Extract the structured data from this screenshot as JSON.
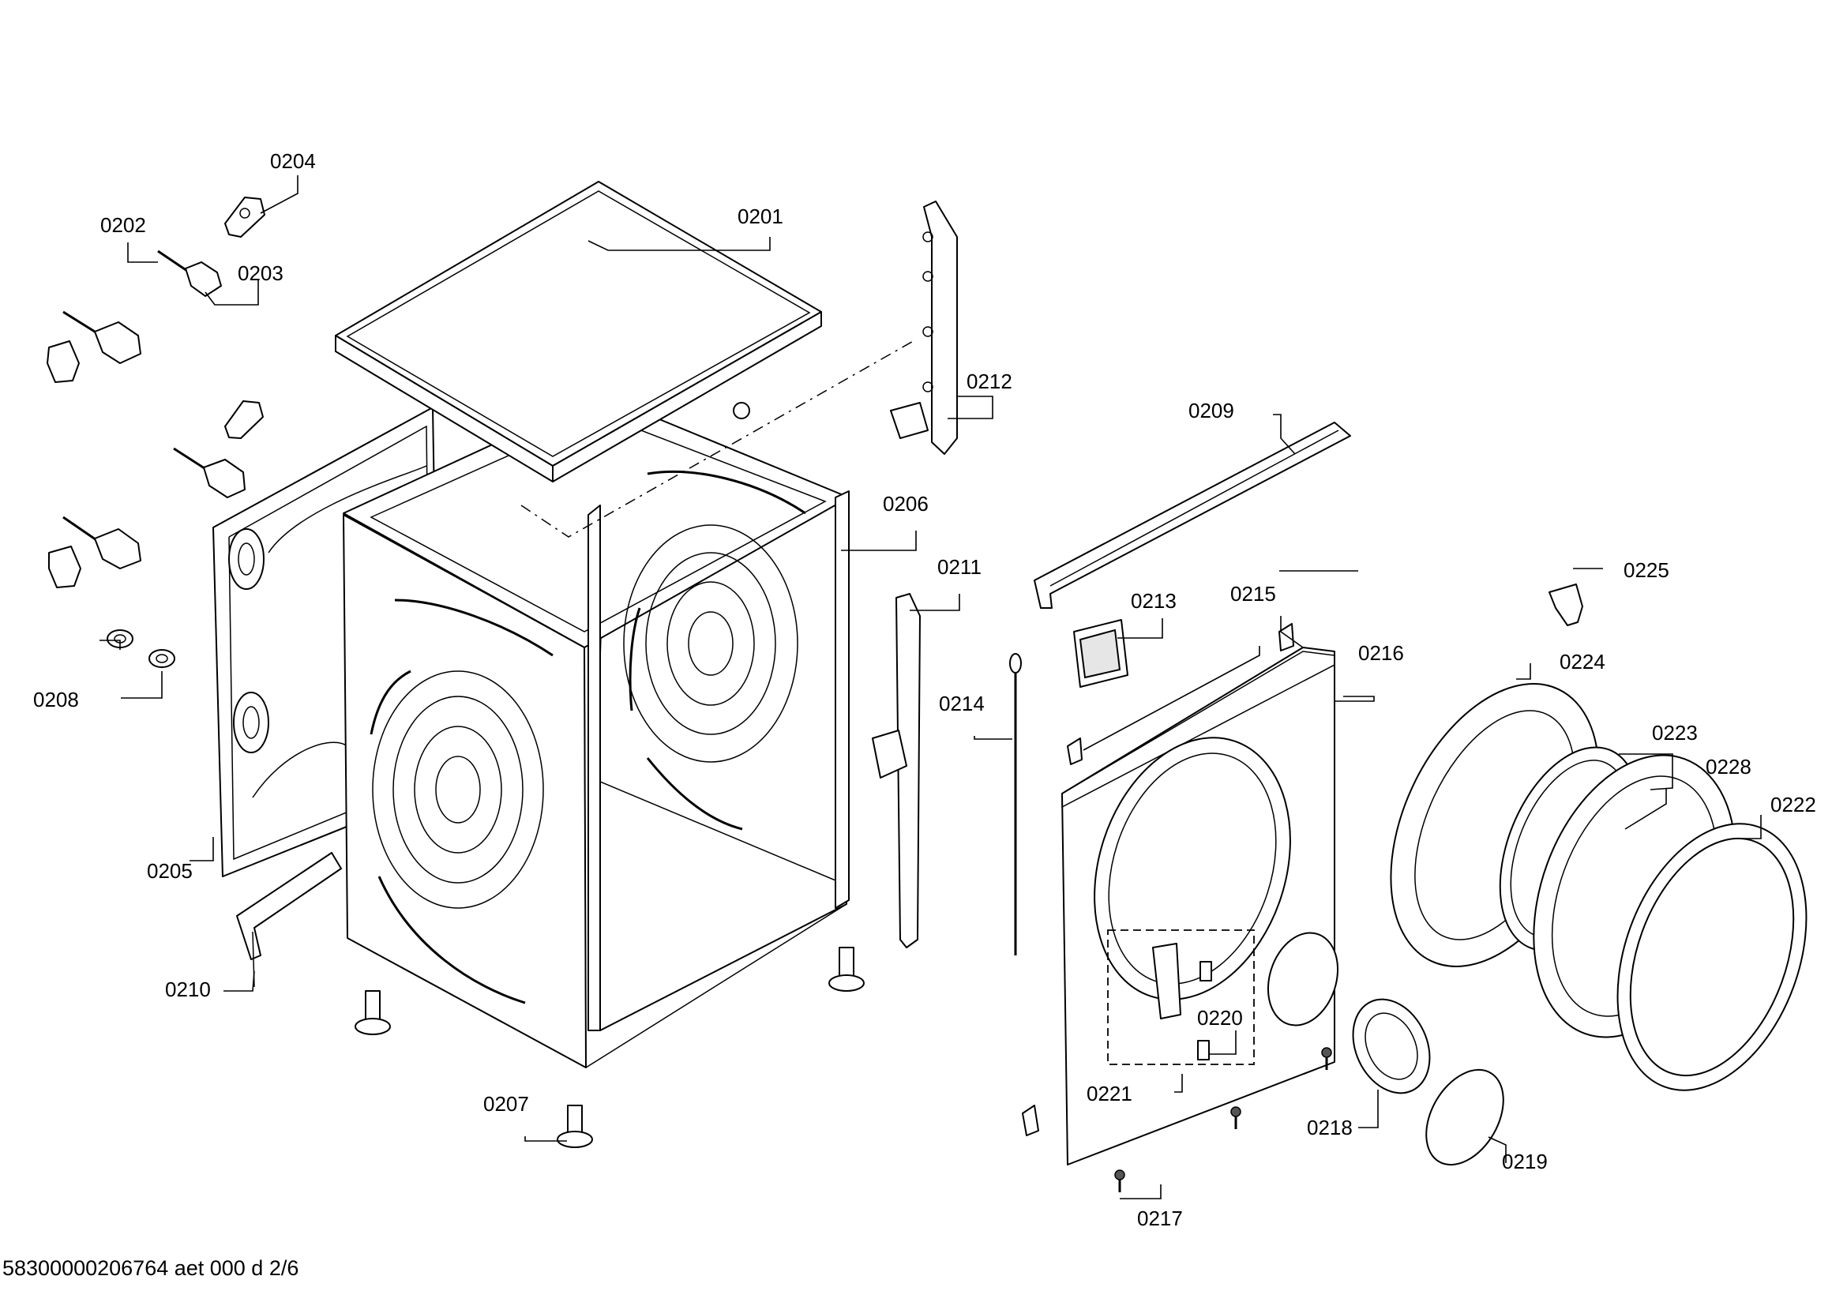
{
  "diagram": {
    "labels": {
      "p0201": "0201",
      "p0202": "0202",
      "p0203": "0203",
      "p0204": "0204",
      "p0205": "0205",
      "p0206": "0206",
      "p0207": "0207",
      "p0208": "0208",
      "p0209": "0209",
      "p0210": "0210",
      "p0211": "0211",
      "p0212": "0212",
      "p0213": "0213",
      "p0214": "0214",
      "p0215": "0215",
      "p0216": "0216",
      "p0217": "0217",
      "p0218": "0218",
      "p0219": "0219",
      "p0220": "0220",
      "p0221": "0221",
      "p0222": "0222",
      "p0223": "0223",
      "p0224": "0224",
      "p0225": "0225",
      "p0228": "0228"
    }
  },
  "footer": {
    "document_code": "58300000206764 aet 000 d 2/6"
  }
}
